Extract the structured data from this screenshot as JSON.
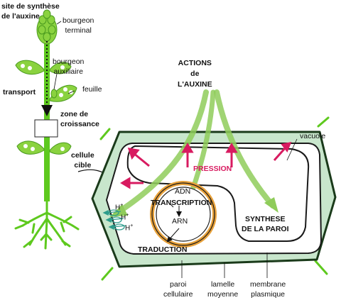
{
  "labels": {
    "synthesis_site": "site de synthèse\nde l'auxine",
    "terminal_bud": "bourgeon\nterminal",
    "axillary_bud": "bourgeon\nauxiliaire",
    "leaf": "feuille",
    "transport": "transport",
    "growth_zone": "zone de\ncroissance",
    "target_cell": "cellule\ncible",
    "actions": "ACTIONS\nde\nL'AUXINE",
    "vacuole": "vacuole",
    "pressure": "PRESSION",
    "dna": "ADN",
    "transcription": "TRANSCRIPTION",
    "rna": "ARN",
    "translation": "TRADUCTION",
    "wall_synthesis": "SYNTHESE\nDE LA PAROI",
    "proton": "H",
    "proton_charge": "+",
    "cell_wall": "paroi\ncellulaire",
    "middle_lamella": "lamelle\nmoyenne",
    "plasma_membrane": "membrane\nplasmique"
  },
  "colors": {
    "plant_green": "#5ec91e",
    "bud_green": "#8ad23f",
    "wall_fill": "#c8e6cc",
    "wall_stroke": "#1a3a1a",
    "arrow_green": "#8fcc5a",
    "pressure_pink": "#d81b60",
    "nucleus_orange": "#e8a13a",
    "proton_teal": "#2d9c8c"
  }
}
